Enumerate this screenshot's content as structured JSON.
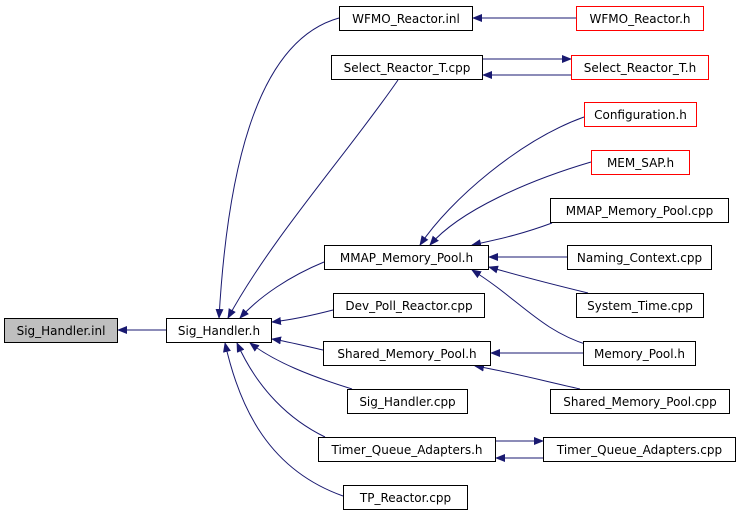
{
  "colors": {
    "edge": "#191970",
    "node_border": "#000000",
    "external_border": "#ff0000",
    "root_fill": "#bfbfbf"
  },
  "nodes": {
    "sig_handler_inl": "Sig_Handler.inl",
    "sig_handler_h": "Sig_Handler.h",
    "wfmo_reactor_inl": "WFMO_Reactor.inl",
    "wfmo_reactor_h": "WFMO_Reactor.h",
    "select_reactor_t_cpp": "Select_Reactor_T.cpp",
    "select_reactor_t_h": "Select_Reactor_T.h",
    "configuration_h": "Configuration.h",
    "mem_sap_h": "MEM_SAP.h",
    "mmap_memory_pool_cpp": "MMAP_Memory_Pool.cpp",
    "mmap_memory_pool_h": "MMAP_Memory_Pool.h",
    "naming_context_cpp": "Naming_Context.cpp",
    "system_time_cpp": "System_Time.cpp",
    "dev_poll_reactor_cpp": "Dev_Poll_Reactor.cpp",
    "memory_pool_h": "Memory_Pool.h",
    "shared_memory_pool_h": "Shared_Memory_Pool.h",
    "shared_memory_pool_cpp": "Shared_Memory_Pool.cpp",
    "sig_handler_cpp": "Sig_Handler.cpp",
    "timer_queue_adapters_h": "Timer_Queue_Adapters.h",
    "timer_queue_adapters_cpp": "Timer_Queue_Adapters.cpp",
    "tp_reactor_cpp": "TP_Reactor.cpp"
  }
}
